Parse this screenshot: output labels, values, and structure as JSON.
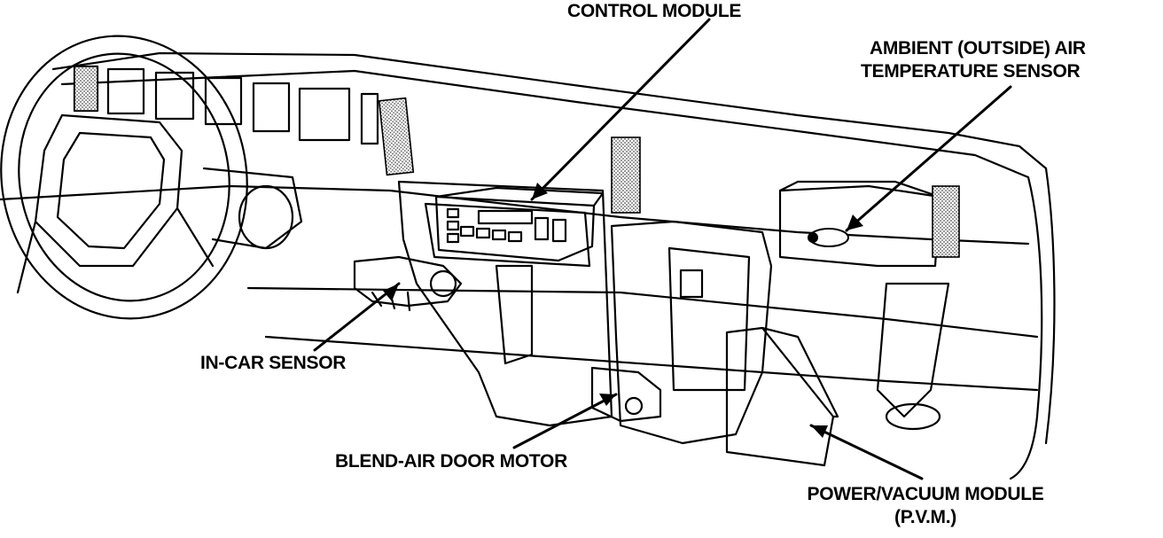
{
  "labels": {
    "control_module": "CONTROL MODULE",
    "ambient_sensor": [
      "AMBIENT (OUTSIDE) AIR",
      "TEMPERATURE SENSOR"
    ],
    "in_car_sensor": "IN-CAR SENSOR",
    "blend_air_door_motor": "BLEND-AIR DOOR MOTOR",
    "pvm": [
      "POWER/VACUUM MODULE",
      "(P.V.M.)"
    ]
  },
  "colors": {
    "ink": "#000000",
    "paper": "#ffffff",
    "shade": "#9a9a9a"
  }
}
